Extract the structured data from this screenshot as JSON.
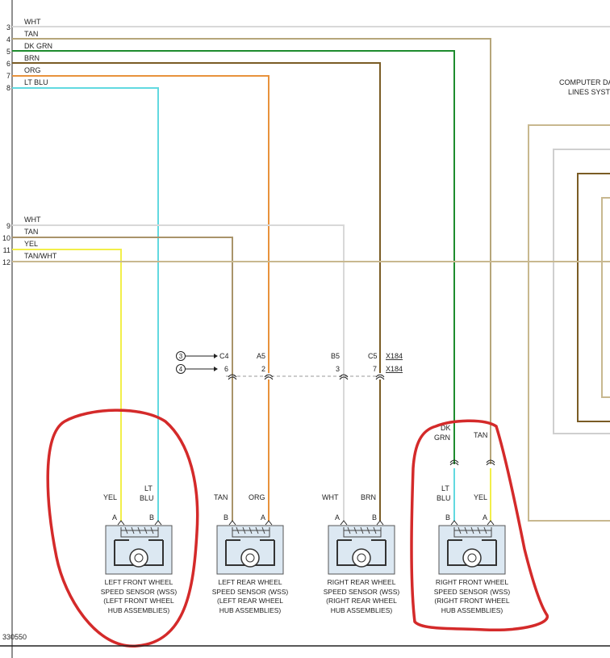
{
  "top_wires": [
    {
      "pin": "3",
      "label": "WHT",
      "color": "#d8d8d8"
    },
    {
      "pin": "4",
      "label": "TAN",
      "color": "#b6a67a"
    },
    {
      "pin": "5",
      "label": "DK GRN",
      "color": "#1e8c2e"
    },
    {
      "pin": "6",
      "label": "BRN",
      "color": "#7a5c25"
    },
    {
      "pin": "7",
      "label": "ORG",
      "color": "#e8923c"
    },
    {
      "pin": "8",
      "label": "LT BLU",
      "color": "#62d9e0"
    }
  ],
  "mid_wires": [
    {
      "pin": "9",
      "label": "WHT",
      "color": "#d8d8d8"
    },
    {
      "pin": "10",
      "label": "TAN",
      "color": "#a9946a"
    },
    {
      "pin": "11",
      "label": "YEL",
      "color": "#f2ef4a"
    },
    {
      "pin": "12",
      "label": "TAN/WHT",
      "color": "#c8b88f"
    }
  ],
  "module_label": [
    "COMPUTER DA",
    "LINES SYST"
  ],
  "connector_refs": {
    "row1": {
      "circle": "3",
      "cells": [
        "C4",
        "A5",
        "B5",
        "C5"
      ],
      "tag": "X184"
    },
    "row2": {
      "circle": "4",
      "cells": [
        "6",
        "2",
        "3",
        "7"
      ],
      "tag": "X184"
    }
  },
  "sensors": [
    {
      "left_wire": "YEL",
      "right_wire": [
        "LT",
        "BLU"
      ],
      "left_pin": "A",
      "right_pin": "B",
      "name": [
        "LEFT FRONT WHEEL",
        "SPEED SENSOR (WSS)",
        "(LEFT FRONT WHEEL",
        "HUB ASSEMBLIES)"
      ]
    },
    {
      "left_wire": "TAN",
      "right_wire": [
        "ORG"
      ],
      "left_pin": "B",
      "right_pin": "A",
      "name": [
        "LEFT REAR WHEEL",
        "SPEED SENSOR (WSS)",
        "(LEFT REAR WHEEL",
        "HUB ASSEMBLIES)"
      ]
    },
    {
      "left_wire": "WHT",
      "right_wire": [
        "BRN"
      ],
      "left_pin": "A",
      "right_pin": "B",
      "name": [
        "RIGHT REAR WHEEL",
        "SPEED SENSOR (WSS)",
        "(RIGHT REAR WHEEL",
        "HUB ASSEMBLIES)"
      ]
    },
    {
      "left_wire": [
        "LT",
        "BLU"
      ],
      "right_wire": "YEL",
      "left_pin": "B",
      "right_pin": "A",
      "name": [
        "RIGHT FRONT WHEEL",
        "SPEED SENSOR (WSS)",
        "(RIGHT FRONT WHEEL",
        "HUB ASSEMBLIES)"
      ]
    }
  ],
  "right_front_upper_labels": {
    "left": [
      "DK",
      "GRN"
    ],
    "right": "TAN"
  },
  "figure_number": "330550",
  "annotation_color": "#d42a2a"
}
